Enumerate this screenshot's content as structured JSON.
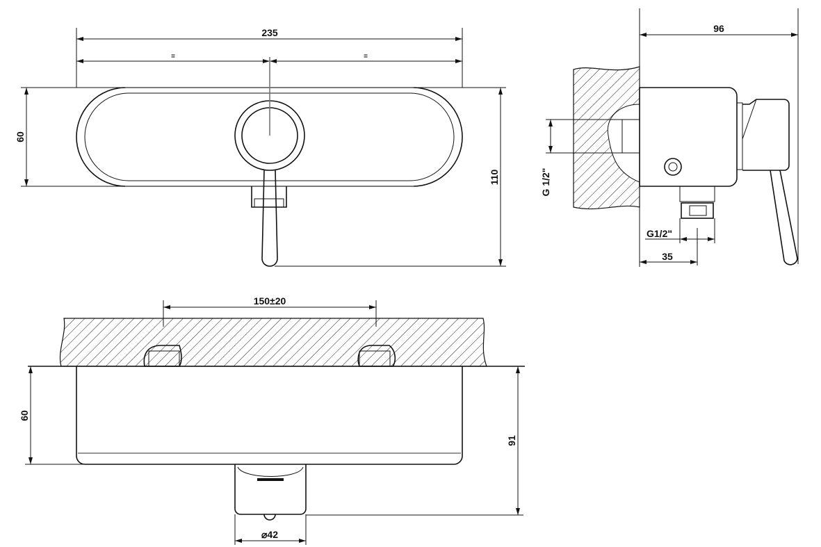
{
  "front_view": {
    "width": "235",
    "half_left": "=",
    "half_right": "=",
    "height": "60",
    "total_height": "110"
  },
  "side_view": {
    "depth": "96",
    "inlet_thread": "G 1/2\"",
    "outlet_thread": "G1/2\"",
    "outlet_offset": "35"
  },
  "top_view": {
    "inlet_spacing": "150±20",
    "body_depth": "60",
    "total_depth": "91",
    "knob_diameter": "⌀42"
  },
  "colors": {
    "line": "#111111",
    "background": "#ffffff"
  }
}
